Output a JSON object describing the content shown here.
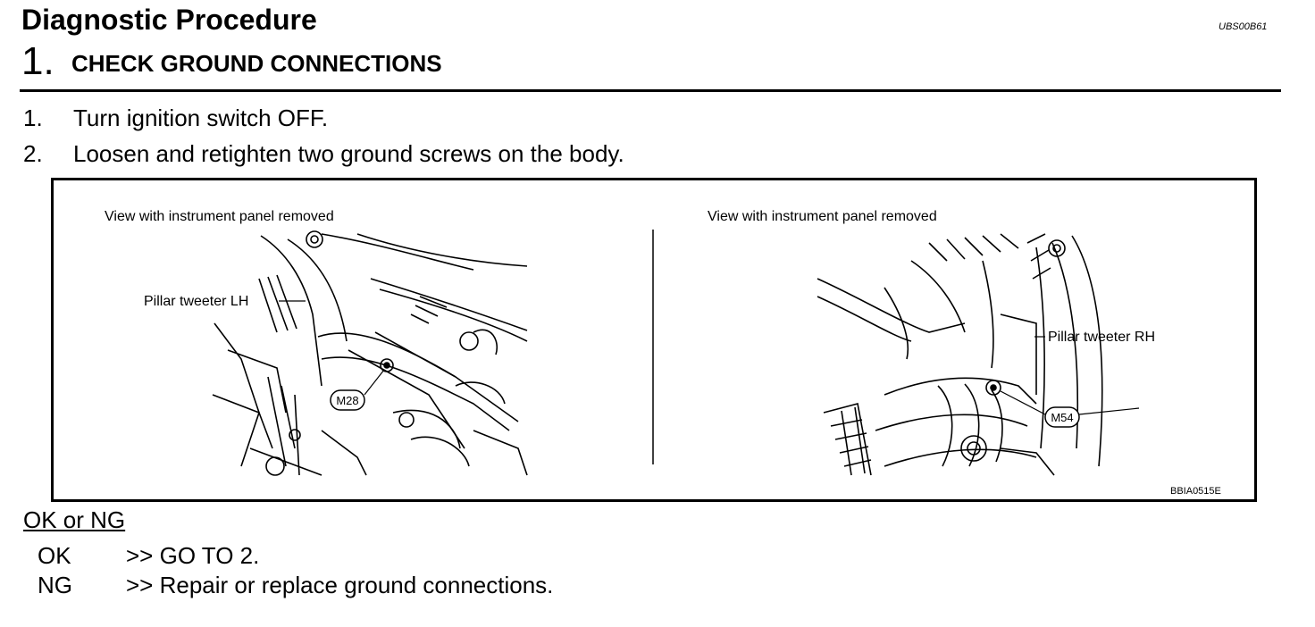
{
  "header": {
    "title": "Diagnostic Procedure",
    "doc_id": "UBS00B61"
  },
  "step": {
    "number": "1.",
    "title": "CHECK GROUND CONNECTIONS",
    "instructions": [
      {
        "num": "1.",
        "text": "Turn ignition switch OFF."
      },
      {
        "num": "2.",
        "text": "Loosen and retighten two ground screws on the body."
      }
    ]
  },
  "figure": {
    "left_view_caption": "View with instrument panel removed",
    "right_view_caption": "View with instrument panel removed",
    "left_component_label": "Pillar tweeter LH",
    "right_component_label": "Pillar tweeter RH",
    "left_ground_label": "M28",
    "right_ground_label": "M54",
    "figure_code": "BBIA0515E"
  },
  "result": {
    "heading": "OK or NG",
    "rows": [
      {
        "code": "OK",
        "action": ">> GO TO 2."
      },
      {
        "code": "NG",
        "action": ">> Repair or replace ground connections."
      }
    ]
  }
}
